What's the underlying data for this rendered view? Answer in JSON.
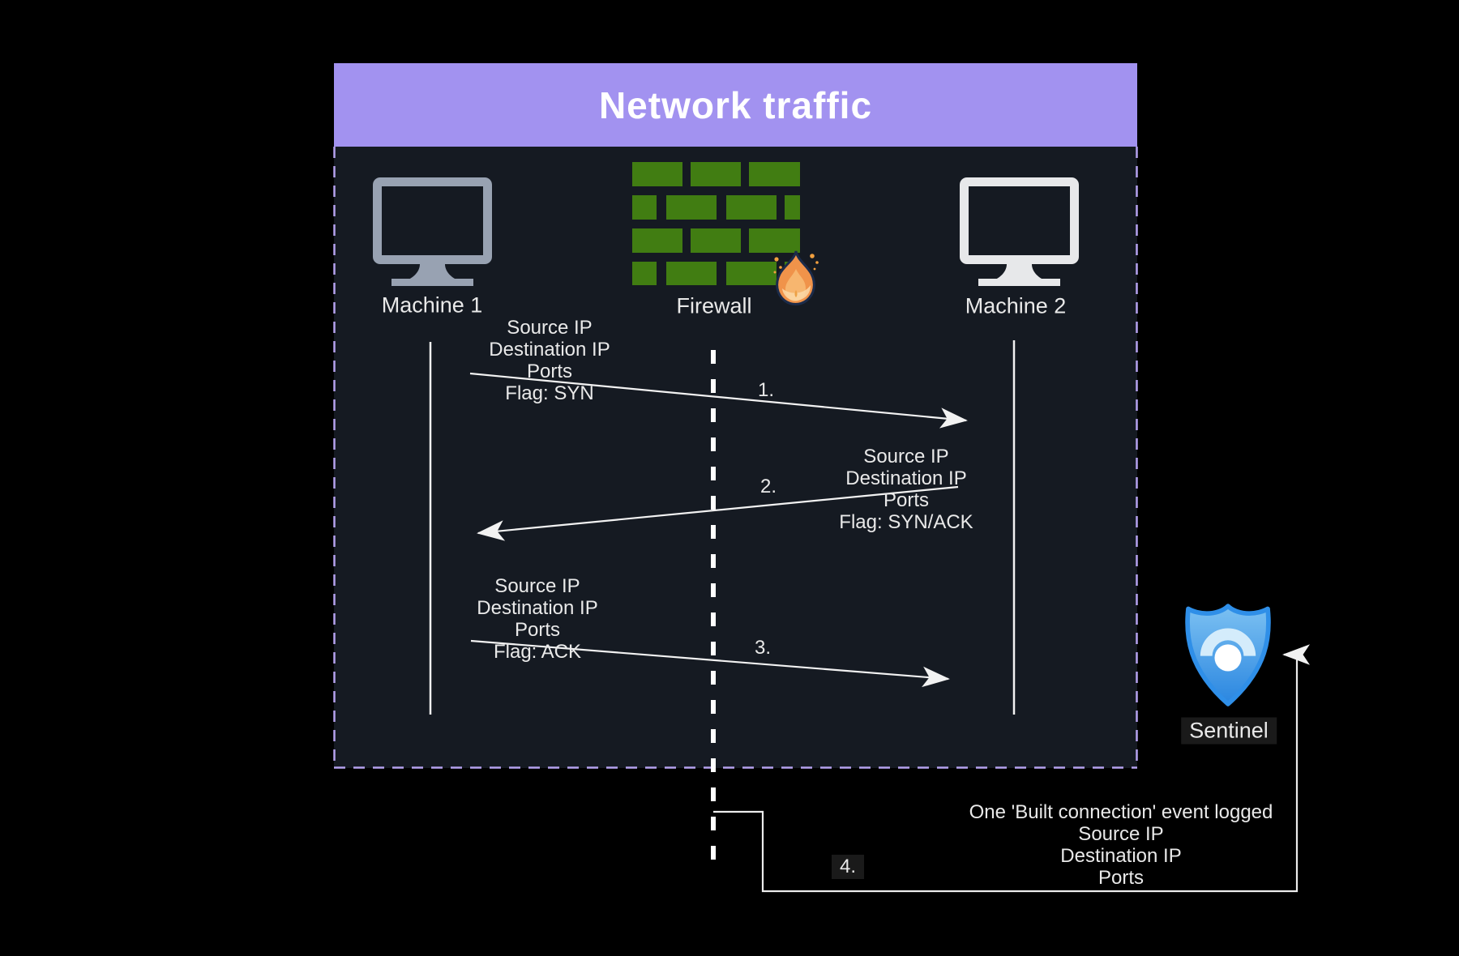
{
  "header": {
    "title": "Network traffic"
  },
  "nodes": {
    "machine1": {
      "label": "Machine 1",
      "icon": "monitor-icon"
    },
    "firewall": {
      "label": "Firewall",
      "icon": "brick-wall-icon"
    },
    "flame": {
      "icon": "fire-icon"
    },
    "machine2": {
      "label": "Machine 2",
      "icon": "monitor-icon"
    },
    "sentinel": {
      "label": "Sentinel",
      "icon": "shield-gauge-icon"
    }
  },
  "messages": [
    {
      "num": "1.",
      "lines": [
        "Source IP",
        "Destination IP",
        "Ports",
        "Flag: SYN"
      ]
    },
    {
      "num": "2.",
      "lines": [
        "Source IP",
        "Destination IP",
        "Ports",
        "Flag: SYN/ACK"
      ]
    },
    {
      "num": "3.",
      "lines": [
        "Source IP",
        "Destination IP",
        "Ports",
        "Flag: ACK"
      ]
    },
    {
      "num": "4.",
      "lines": [
        "One 'Built connection' event logged",
        "Source IP",
        "Destination IP",
        "Ports"
      ]
    }
  ],
  "colors": {
    "background": "#000000",
    "panel_bg": "#151a22",
    "panel_border": "#b5a2ef",
    "header_bg": "#a292f0",
    "title_text": "#ffffff",
    "text": "#e9e9e9",
    "line": "#f2f2f2",
    "brick_green": "#417d12",
    "machine1_gray": "#98a2b2",
    "machine2_light": "#e7e8ea",
    "sentinel_border_blue": "#2f8fe8",
    "sentinel_fill_top": "#7cc1f2",
    "sentinel_fill_bottom": "#2a86e0",
    "flame_orange": "#f0934a"
  }
}
